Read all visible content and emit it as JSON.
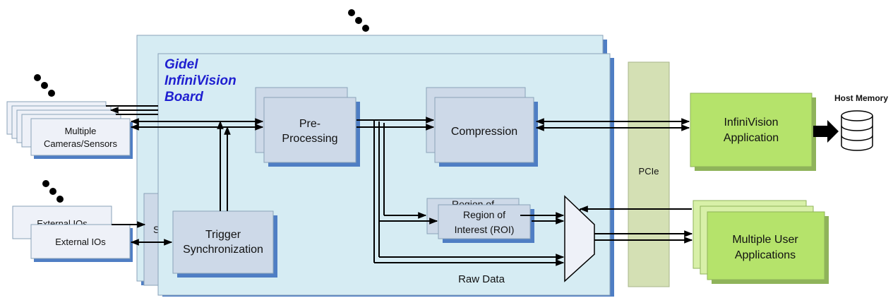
{
  "board": {
    "title_lines": [
      "Gidel",
      "InfiniVision",
      "Board"
    ]
  },
  "blocks": {
    "cameras": {
      "lines": [
        "Multiple",
        "Cameras/Sensors"
      ]
    },
    "external_io_back": {
      "label": "External IOs"
    },
    "external_io": {
      "label": "External IOs"
    },
    "preprocessing": {
      "lines": [
        "Pre-",
        "Processing"
      ]
    },
    "compression": {
      "label": "Compression"
    },
    "roi_back": {
      "label": "Region of"
    },
    "roi": {
      "lines": [
        "Region of",
        "Interest (ROI)"
      ]
    },
    "trigger": {
      "lines": [
        "Trigger",
        "Synchronization"
      ]
    },
    "trigger_back_stub": {
      "label": "S"
    },
    "raw_data": {
      "label": "Raw Data"
    },
    "pcie": {
      "label": "PCIe"
    },
    "app": {
      "lines": [
        "InfiniVision",
        "Application"
      ]
    },
    "user_apps": {
      "lines": [
        "Multiple User",
        "Applications"
      ]
    },
    "host_memory": {
      "label": "Host Memory"
    }
  },
  "colors": {
    "board_fill": "#d6ecf3",
    "block_fill": "#cdd9e8",
    "shadow": "#4f7ec4",
    "pcie_fill": "#d4e0b4",
    "app_fill": "#b5e36b",
    "title_blue": "#1f1fd0"
  },
  "icons": {
    "more": "ellipsis-icon",
    "db": "database-icon",
    "mux": "multiplexer-icon"
  }
}
